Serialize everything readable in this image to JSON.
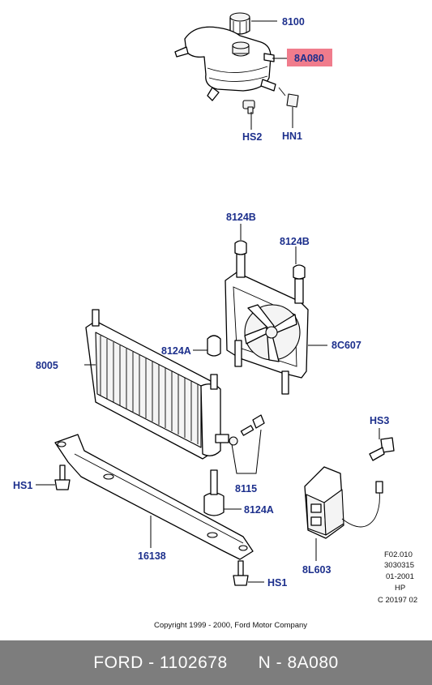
{
  "labels": {
    "p8100": "8100",
    "p8A080": "8A080",
    "hs2": "HS2",
    "hn1": "HN1",
    "p8124B_a": "8124B",
    "p8124B_b": "8124B",
    "p8C607": "8C607",
    "p8124A_a": "8124A",
    "p8005": "8005",
    "p8115": "8115",
    "hs3": "HS3",
    "hs1_a": "HS1",
    "p8124A_b": "8124A",
    "p16138": "16138",
    "p8L603": "8L603",
    "hs1_b": "HS1"
  },
  "stamp": [
    "F02.010",
    "3030315",
    "01-2001",
    "HP",
    "C 20197 02"
  ],
  "copyright": "Copyright 1999 - 2000, Ford Motor Company",
  "footer": {
    "left": "FORD - 1102678",
    "right": "N - 8A080"
  },
  "colors": {
    "label": "#1c2f8c",
    "highlight": "#f07c8c",
    "footer_bg": "#7d7d7d"
  }
}
